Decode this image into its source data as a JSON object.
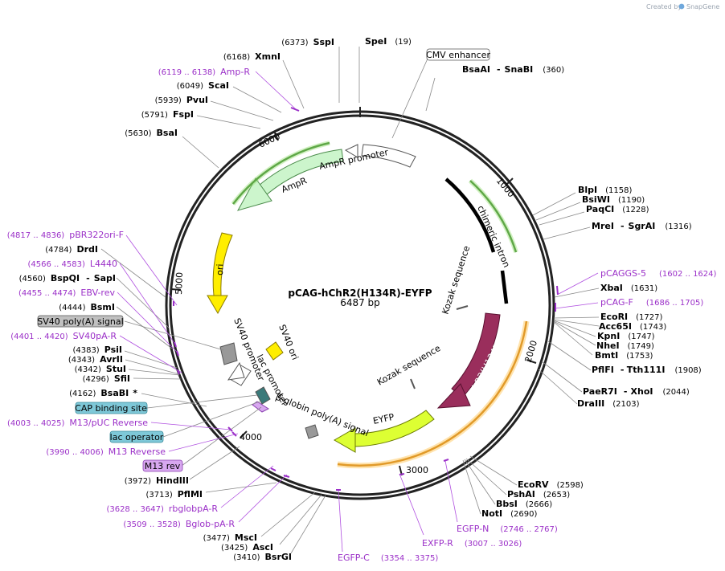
{
  "app": {
    "credit_prefix": "Created by",
    "credit_brand": "SnapGene"
  },
  "plasmid": {
    "name": "pCAG-hChR2(H134R)-EYFP",
    "size_label": "6487 bp",
    "length": 6487
  },
  "ticks": [
    {
      "pos": 1000,
      "label": "1000"
    },
    {
      "pos": 2000,
      "label": "2000"
    },
    {
      "pos": 3000,
      "label": "3000"
    },
    {
      "pos": 4000,
      "label": "4000"
    },
    {
      "pos": 5000,
      "label": "5000"
    },
    {
      "pos": 6000,
      "label": "6000"
    }
  ],
  "sites": [
    {
      "name": "SpeI",
      "pos": "(19)"
    },
    {
      "name": "BsaAI",
      "name2": "SnaBI",
      "pos": "(360)"
    },
    {
      "name": "BlpI",
      "pos": "(1158)"
    },
    {
      "name": "BsiWI",
      "pos": "(1190)"
    },
    {
      "name": "PaqCI",
      "pos": "(1228)"
    },
    {
      "name": "MreI",
      "name2": "SgrAI",
      "pos": "(1316)"
    },
    {
      "name": "XbaI",
      "pos": "(1631)"
    },
    {
      "name": "EcoRI",
      "pos": "(1727)"
    },
    {
      "name": "Acc65I",
      "pos": "(1743)"
    },
    {
      "name": "KpnI",
      "pos": "(1747)"
    },
    {
      "name": "NheI",
      "pos": "(1749)"
    },
    {
      "name": "BmtI",
      "pos": "(1753)"
    },
    {
      "name": "PflFI",
      "name2": "Tth111I",
      "pos": "(1908)"
    },
    {
      "name": "PaeR7I",
      "name2": "XhoI",
      "pos": "(2044)"
    },
    {
      "name": "DraIII",
      "pos": "(2103)"
    },
    {
      "name": "EcoRV",
      "pos": "(2598)"
    },
    {
      "name": "PshAI",
      "pos": "(2653)"
    },
    {
      "name": "BbsI",
      "pos": "(2666)"
    },
    {
      "name": "NotI",
      "pos": "(2690)"
    },
    {
      "name": "BsrGI",
      "pos": "(3410)"
    },
    {
      "name": "AscI",
      "pos": "(3425)"
    },
    {
      "name": "MscI",
      "pos": "(3477)"
    },
    {
      "name": "PflMI",
      "pos": "(3713)"
    },
    {
      "name": "HindIII",
      "pos": "(3972)"
    },
    {
      "name": "BsaBI",
      "pos": "(4162)",
      "mark": "*"
    },
    {
      "name": "SfiI",
      "pos": "(4296)"
    },
    {
      "name": "StuI",
      "pos": "(4342)"
    },
    {
      "name": "AvrII",
      "pos": "(4343)"
    },
    {
      "name": "PsiI",
      "pos": "(4383)"
    },
    {
      "name": "BsmI",
      "pos": "(4444)"
    },
    {
      "name": "BspQI",
      "name2": "SapI",
      "pos": "(4560)"
    },
    {
      "name": "DrdI",
      "pos": "(4784)"
    },
    {
      "name": "BsaI",
      "pos": "(5630)"
    },
    {
      "name": "FspI",
      "pos": "(5791)"
    },
    {
      "name": "PvuI",
      "pos": "(5939)"
    },
    {
      "name": "ScaI",
      "pos": "(6049)"
    },
    {
      "name": "XmnI",
      "pos": "(6168)"
    },
    {
      "name": "SspI",
      "pos": "(6373)"
    }
  ],
  "primers": [
    {
      "name": "Amp-R",
      "range": "(6119 .. 6138)"
    },
    {
      "name": "pCAGGS-5",
      "range": "(1602 .. 1624)"
    },
    {
      "name": "pCAG-F",
      "range": "(1686 .. 1705)"
    },
    {
      "name": "EGFP-N",
      "range": "(2746 .. 2767)"
    },
    {
      "name": "EXFP-R",
      "range": "(3007 .. 3026)"
    },
    {
      "name": "EGFP-C",
      "range": "(3354 .. 3375)"
    },
    {
      "name": "Bglob-pA-R",
      "range": "(3509 .. 3528)"
    },
    {
      "name": "rbglobpA-R",
      "range": "(3628 .. 3647)"
    },
    {
      "name": "M13 Reverse",
      "range": "(3990 .. 4006)"
    },
    {
      "name": "M13/pUC Reverse",
      "range": "(4003 .. 4025)"
    },
    {
      "name": "SV40pA-R",
      "range": "(4401 .. 4420)"
    },
    {
      "name": "EBV-rev",
      "range": "(4455 .. 4474)"
    },
    {
      "name": "L4440",
      "range": "(4566 .. 4583)"
    },
    {
      "name": "pBR322ori-F",
      "range": "(4817 .. 4836)"
    }
  ],
  "boxed_labels": [
    {
      "text": "CMV enhancer",
      "fill": "#ffffff",
      "stroke": "#555555"
    },
    {
      "text": "SV40 poly(A) signal",
      "fill": "#c0c0c0",
      "stroke": "#555555"
    },
    {
      "text": "CAP binding site",
      "fill": "#7ec8d8",
      "stroke": "#3a8a9a"
    },
    {
      "text": "lac operator",
      "fill": "#7ec8d8",
      "stroke": "#3a8a9a"
    },
    {
      "text": "M13 rev",
      "fill": "#d8a8f0",
      "stroke": "#8a40b0"
    }
  ],
  "features": [
    {
      "label": "AmpR promoter",
      "color": "#ffffff"
    },
    {
      "label": "AmpR",
      "color": "#ccf5cc"
    },
    {
      "label": "ori",
      "color": "#ffee00"
    },
    {
      "label": "chimeric intron",
      "color": "#000000"
    },
    {
      "label": "Kozak sequence",
      "color": "#888888"
    },
    {
      "label": "Kozak sequence",
      "color": "#888888"
    },
    {
      "label": "ChR2(H134R)",
      "color": "#9a2e5c"
    },
    {
      "label": "EYFP",
      "color": "#ddff33"
    },
    {
      "label": "β-globin poly(A) signal",
      "color": "#999999"
    },
    {
      "label": "lac promoter",
      "color": "#ffffff"
    },
    {
      "label": "SV40 ori",
      "color": "#ffee00"
    },
    {
      "label": "SV40 promoter",
      "color": "#ffffff"
    }
  ]
}
